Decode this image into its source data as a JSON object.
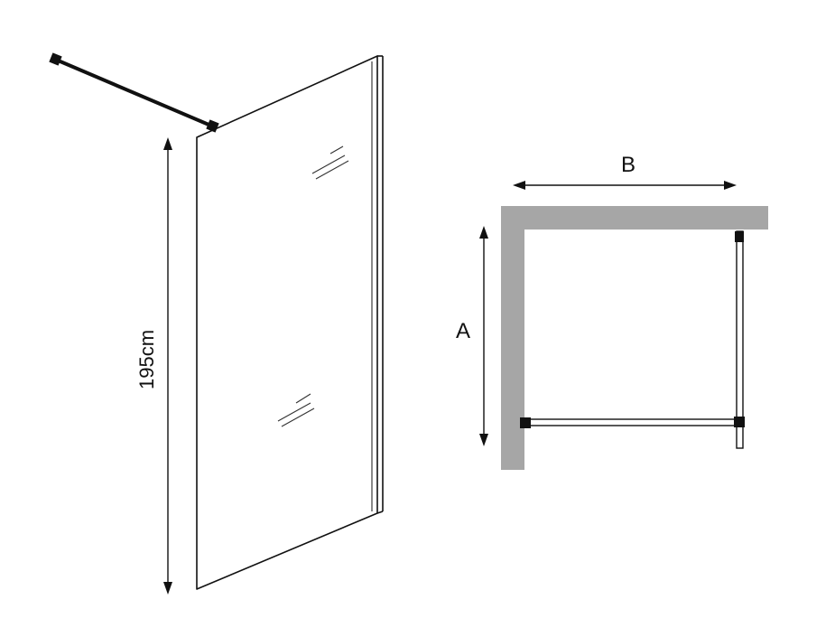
{
  "height_label": "195cm",
  "label_a": "A",
  "label_b": "B",
  "colors": {
    "line": "#111111",
    "wall": "#a6a6a6",
    "background": "#ffffff"
  }
}
